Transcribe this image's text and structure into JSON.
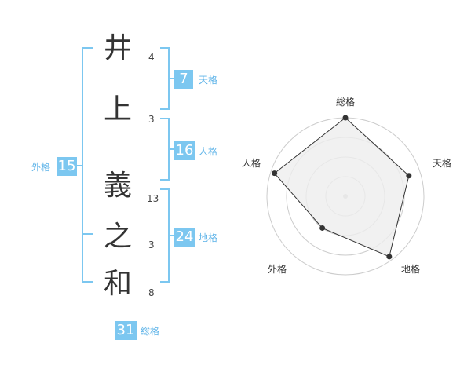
{
  "name": {
    "characters": [
      {
        "char": "井",
        "strokes": "4"
      },
      {
        "char": "上",
        "strokes": "3"
      },
      {
        "char": "義",
        "strokes": "13"
      },
      {
        "char": "之",
        "strokes": "3"
      },
      {
        "char": "和",
        "strokes": "8"
      }
    ]
  },
  "fortunes": {
    "tenkaku": {
      "value": "7",
      "label": "天格"
    },
    "jinkaku": {
      "value": "16",
      "label": "人格"
    },
    "chikaku": {
      "value": "24",
      "label": "地格"
    },
    "gaikaku": {
      "value": "15",
      "label": "外格"
    },
    "soukaku": {
      "value": "31",
      "label": "総格"
    }
  },
  "radar": {
    "axes": [
      "総格",
      "天格",
      "地格",
      "外格",
      "人格"
    ],
    "values": [
      1.0,
      0.85,
      0.95,
      0.5,
      0.95
    ],
    "max": 1.0,
    "rings": 4,
    "fill_color": "#eeeeee",
    "line_color": "#333333",
    "ring_color": "#cccccc"
  },
  "colors": {
    "accent": "#7cc7f0",
    "accent_text": "#5db3e8"
  }
}
